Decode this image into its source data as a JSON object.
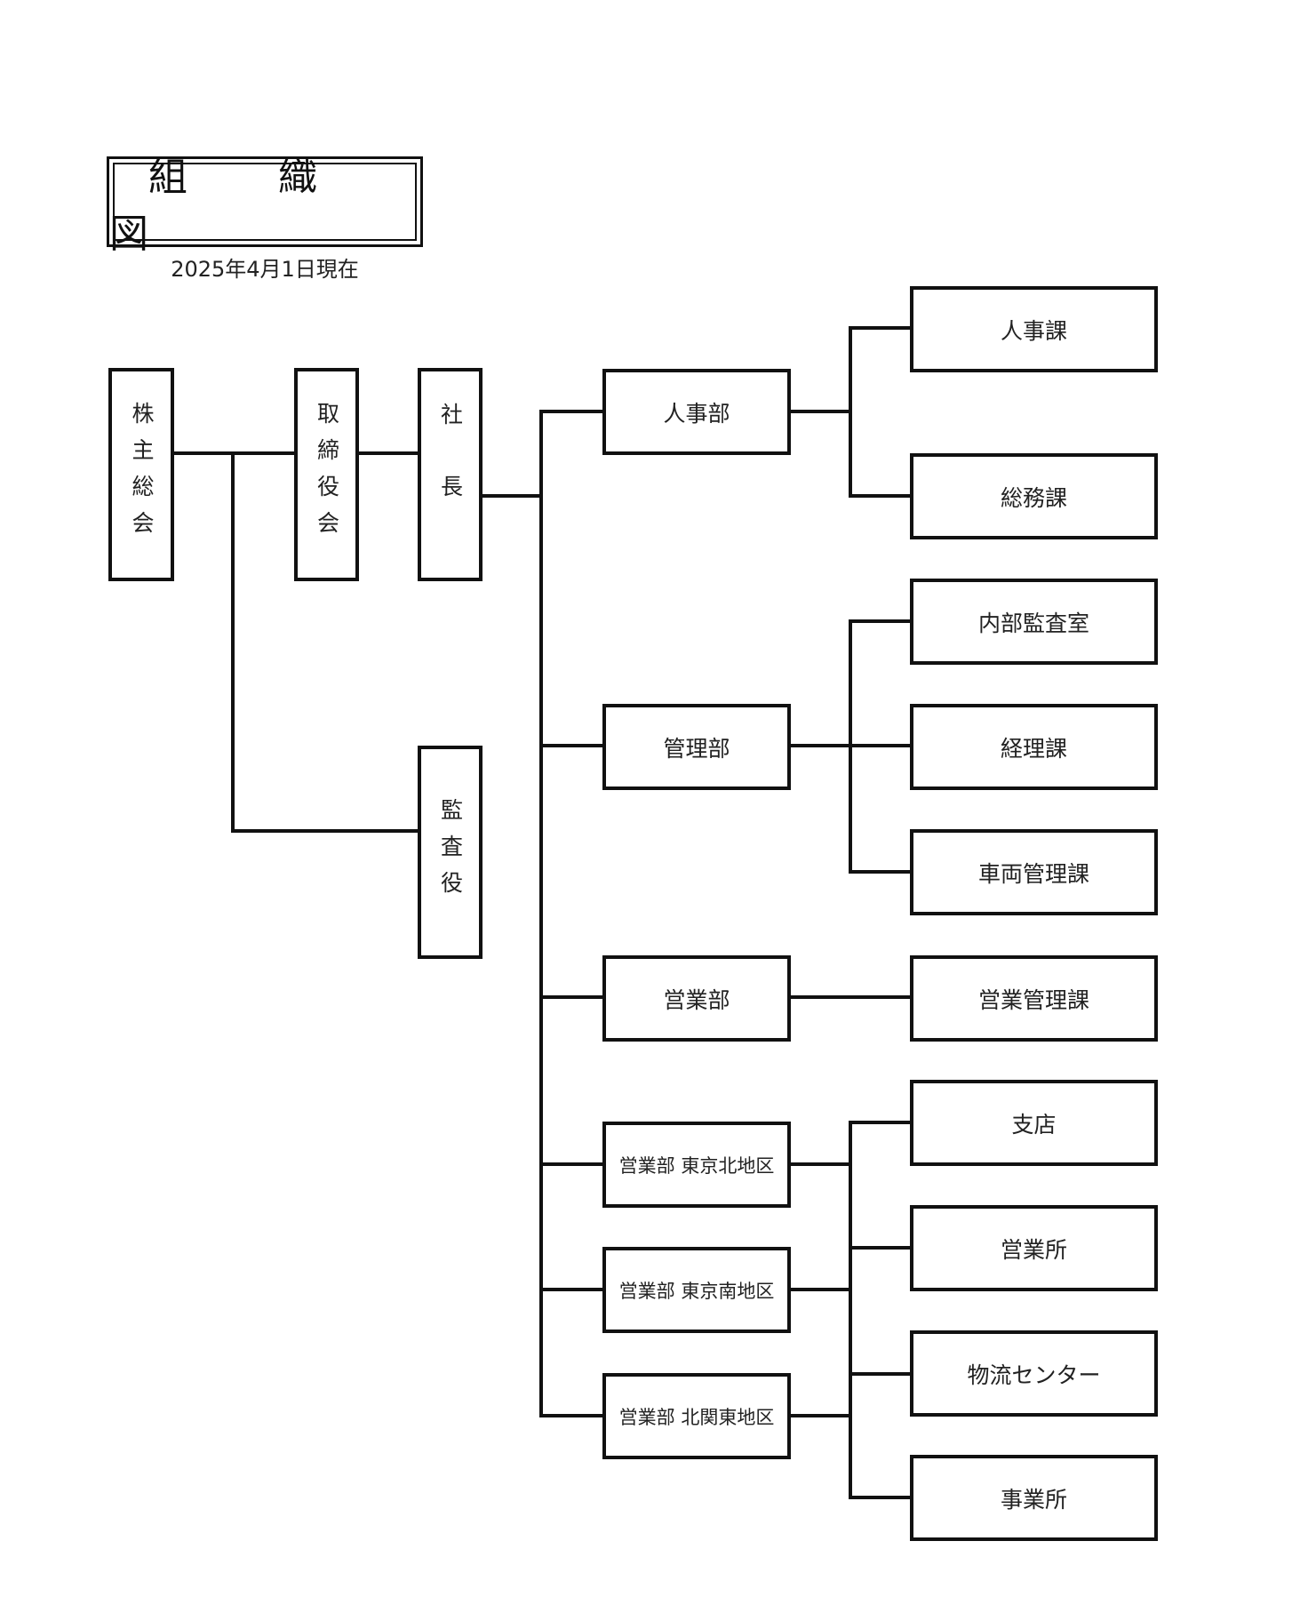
{
  "title": "組 織 図",
  "date": "2025年4月1日現在",
  "nodes": {
    "shareholders": "株主総会",
    "board": "取締役会",
    "president": "社長",
    "auditor": "監査役",
    "hr_dept": "人事部",
    "admin_dept": "管理部",
    "sales_dept": "営業部",
    "sales_tokyo_north": "営業部 東京北地区",
    "sales_tokyo_south": "営業部 東京南地区",
    "sales_kitakanto": "営業部 北関東地区",
    "hr_section": "人事課",
    "general_affairs": "総務課",
    "internal_audit": "内部監査室",
    "accounting": "経理課",
    "vehicle_mgmt": "車両管理課",
    "sales_mgmt": "営業管理課",
    "branch": "支店",
    "sales_office": "営業所",
    "logistics_center": "物流センター",
    "business_office": "事業所"
  },
  "colors": {
    "line": "#111111",
    "text": "#222222"
  }
}
